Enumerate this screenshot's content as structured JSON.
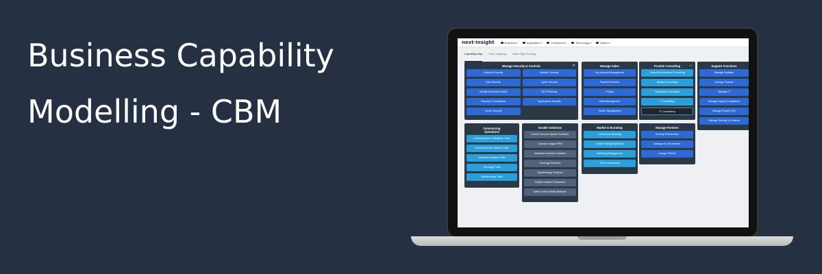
{
  "hero": {
    "line1": "Business Capability",
    "line2": "Modelling - CBM"
  },
  "app": {
    "logo": "next·insight",
    "nav": [
      "Business",
      "Application",
      "Investment",
      "Technology",
      "Admin"
    ],
    "tabs": [
      "Capability Map",
      "Pace Layering",
      "Value Type Scoring"
    ]
  },
  "cards": {
    "security": {
      "title": "Manage Security & Controls",
      "control": "×",
      "items": [
        "Endpoint Security",
        "Network Security",
        "Data Security",
        "Cyber Security",
        "Identity and Access (IAM)",
        "BCP Planning",
        "Security & Compliance",
        "Applications Security",
        "Server Security"
      ]
    },
    "sales": {
      "title": "Manage Sales",
      "items": [
        "Key Account Management",
        "Payment Process",
        "Pricing",
        "Sales Management",
        "Tender Management"
      ]
    },
    "consulting": {
      "title": "Provide Consulting",
      "control": "–",
      "items": [
        "Clinical Development Consulting",
        "Medical Consulting",
        "Regulatory Consulting",
        "IT Consulting",
        "IT Consultancy"
      ]
    },
    "support": {
      "title": "Support Functions",
      "items": [
        "Manage Facilities",
        "Manage Finance",
        "Manage IT",
        "Manage Legal & Compliance",
        "Manage People (HR)",
        "Manage Security & Controls"
      ]
    },
    "outsourcing": {
      "title_line1": "Outsourcing",
      "title_line2": "Operations",
      "items": [
        "Cardiovascular & Metabolic Trials",
        "Central Nervous System Trials",
        "Infectious Disease Trials",
        "Oncology Trials",
        "Opthamology Trials"
      ]
    },
    "enable": {
      "title": "Enable Solutions",
      "items": [
        "Central Nervous System Solutions",
        "Customer staged PRM",
        "Infectious Desease Solutions",
        "Oncology Solutions",
        "Opthamology Solutions",
        "Enable Isolation Production",
        "Better United Health Medicine"
      ]
    },
    "market": {
      "title": "Market & Branding",
      "items": [
        "Conference Branding",
        "Create Strategic Alliances",
        "Marketing Management",
        "Sector Awareness"
      ]
    },
    "partners": {
      "title": "Manage Partners",
      "items": [
        "Develop Partnerships",
        "Manage my UK partners",
        "Amager Partner"
      ]
    }
  }
}
